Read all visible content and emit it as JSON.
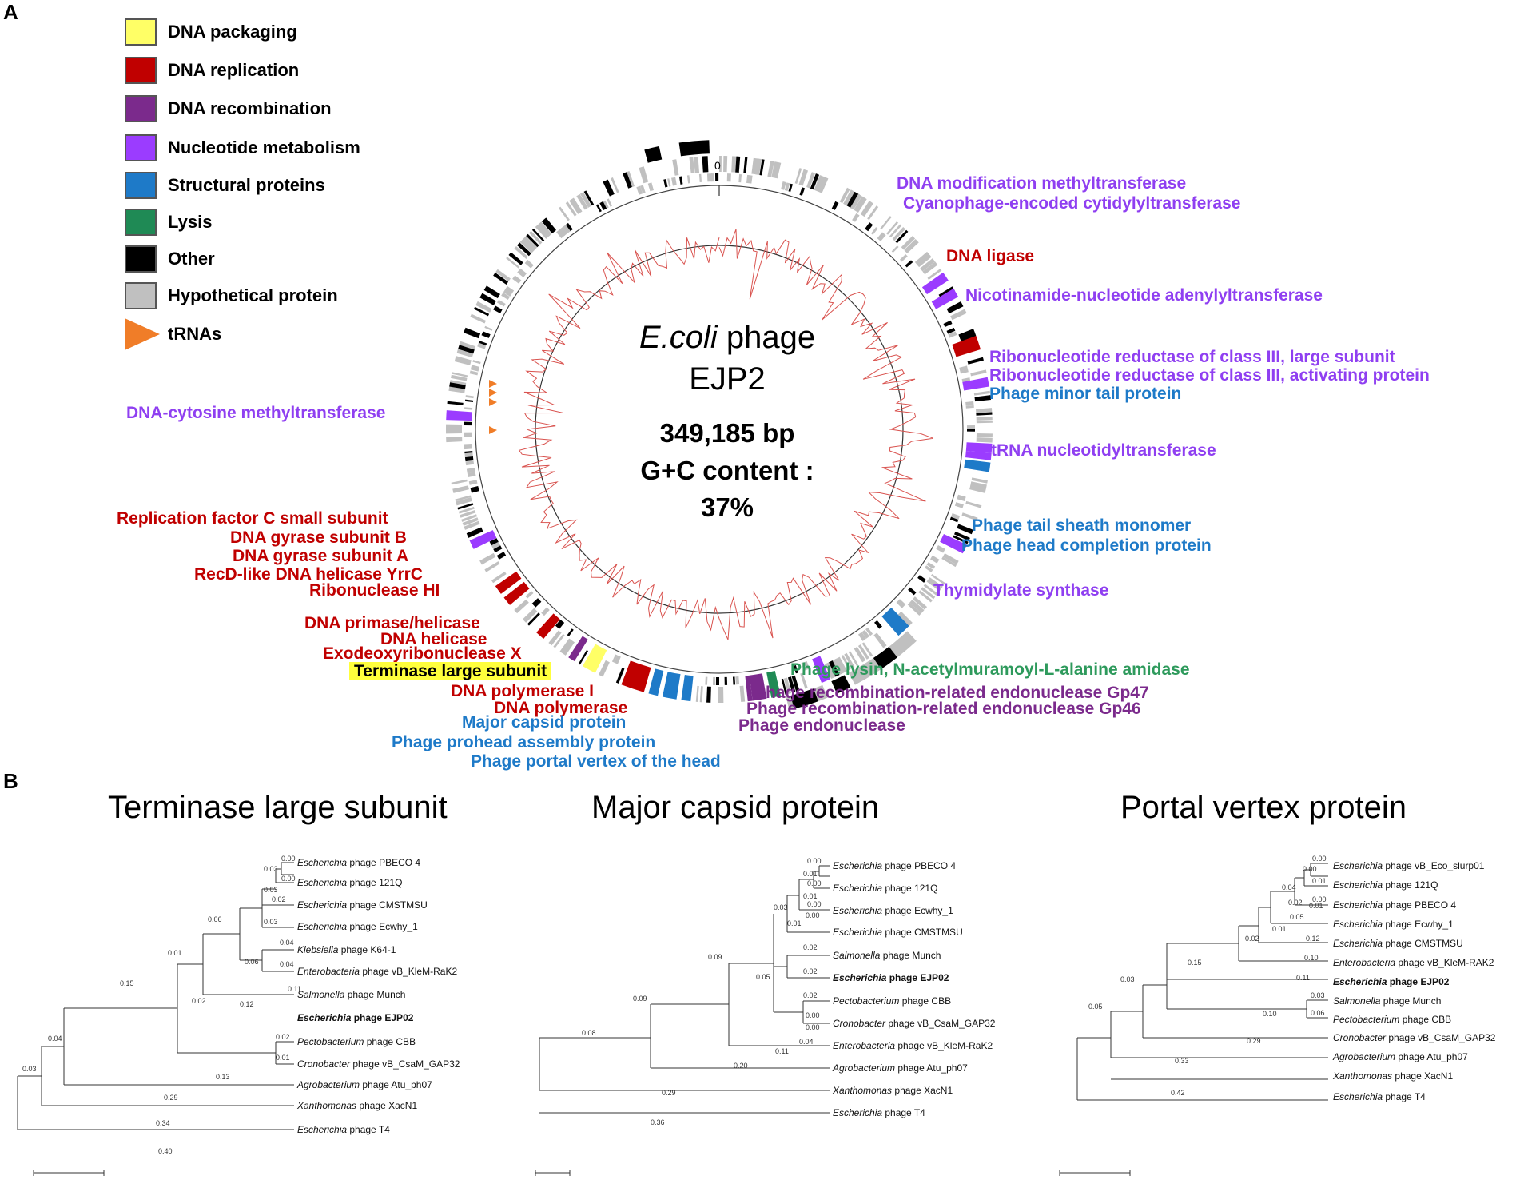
{
  "panel_a_label": "A",
  "panel_b_label": "B",
  "legend": [
    {
      "label": "DNA packaging",
      "color": "#ffff66"
    },
    {
      "label": "DNA replication",
      "color": "#c00000"
    },
    {
      "label": "DNA recombination",
      "color": "#7b2a8c"
    },
    {
      "label": "Nucleotide metabolism",
      "color": "#9b3cff"
    },
    {
      "label": "Structural proteins",
      "color": "#1e7ac8"
    },
    {
      "label": "Lysis",
      "color": "#1f8a55"
    },
    {
      "label": "Other",
      "color": "#000000"
    },
    {
      "label": "Hypothetical protein",
      "color": "#c0c0c0"
    },
    {
      "label": "tRNAs",
      "color": "#f07d28",
      "icon": "triangle-icon"
    }
  ],
  "genome": {
    "title_italic": "E.coli",
    "title_rest": " phage",
    "name": "EJP2",
    "size": "349,185 bp",
    "gc_label": "G+C content :",
    "gc_value": "37%",
    "zero_tick": "0"
  },
  "genes": {
    "dna_mod": "DNA modification methyltransferase",
    "cyano": "Cyanophage-encoded cytidylyltransferase",
    "ligase": "DNA ligase",
    "nicotinamide": "Nicotinamide-nucleotide adenylyltransferase",
    "rnr_large": "Ribonucleotide reductase of class III,  large subunit",
    "rnr_act": "Ribonucleotide reductase of class III,  activating protein",
    "minor_tail": "Phage minor tail protein",
    "trna_nt": "tRNA nucleotidyltransferase",
    "tail_sheath": "Phage tail sheath monomer",
    "head_completion": "Phage head completion protein",
    "thymidylate": "Thymidylate synthase",
    "lysin": "Phage lysin, N-acetylmuramoyl-L-alanine amidase",
    "gp47": "Phage recombination-related endonuclease Gp47",
    "gp46": "Phage recombination-related endonuclease Gp46",
    "endonuclease": "Phage endonuclease",
    "cytosine_mt": "DNA-cytosine methyltransferase",
    "rfc": "Replication factor C small subunit",
    "gyrb": "DNA gyrase subunit B",
    "gyra": "DNA gyrase subunit A",
    "recd": "RecD-like DNA helicase YrrC",
    "rnase": "Ribonuclease HI",
    "primase": "DNA primase/helicase",
    "helicase": "DNA helicase",
    "exo": "Exodeoxyribonuclease X",
    "terminase": "Terminase large subunit",
    "pol1": "DNA polymerase I",
    "pol": "DNA polymerase",
    "capsid": "Major capsid protein",
    "prohead": "Phage prohead assembly protein",
    "portal": "Phage portal vertex of the head"
  },
  "trees": [
    {
      "title": "Terminase large subunit",
      "scale": "0.10",
      "leaves": [
        {
          "genus": "Escherichia",
          "rest": " phage PBECO 4",
          "bold": false
        },
        {
          "genus": "Escherichia",
          "rest": " phage 121Q",
          "bold": false
        },
        {
          "genus": "Escherichia",
          "rest": " phage CMSTMSU",
          "bold": false
        },
        {
          "genus": "Escherichia",
          "rest": " phage Ecwhy_1",
          "bold": false
        },
        {
          "genus": "Klebsiella",
          "rest": " phage K64-1",
          "bold": false
        },
        {
          "genus": "Enterobacteria",
          "rest": " phage vB_KleM-RaK2",
          "bold": false
        },
        {
          "genus": "Salmonella",
          "rest": " phage Munch",
          "bold": false
        },
        {
          "genus": "Escherichia",
          "rest": " phage EJP02",
          "bold": true
        },
        {
          "genus": "Pectobacterium",
          "rest": " phage CBB",
          "bold": false
        },
        {
          "genus": "Cronobacter",
          "rest": " phage vB_CsaM_GAP32",
          "bold": false
        },
        {
          "genus": "Agrobacterium",
          "rest": " phage Atu_ph07",
          "bold": false
        },
        {
          "genus": "Xanthomonas",
          "rest": " phage XacN1",
          "bold": false
        },
        {
          "genus": "Escherichia",
          "rest": " phage T4",
          "bold": false
        }
      ],
      "branch_labels": [
        "0.00",
        "0.03",
        "0.00",
        "0.03",
        "0.02",
        "0.06",
        "0.03",
        "0.04",
        "0.01",
        "0.04",
        "0.06",
        "0.11",
        "0.15",
        "0.12",
        "0.02",
        "0.02",
        "0.01",
        "0.04",
        "0.13",
        "0.29",
        "0.03",
        "0.34",
        "0.40"
      ]
    },
    {
      "title": "Major capsid protein",
      "scale": "0.050",
      "leaves": [
        {
          "genus": "Escherichia",
          "rest": " phage PBECO 4",
          "bold": false
        },
        {
          "genus": "Escherichia",
          "rest": " phage 121Q",
          "bold": false
        },
        {
          "genus": "Escherichia",
          "rest": " phage Ecwhy_1",
          "bold": false
        },
        {
          "genus": "Escherichia",
          "rest": " phage CMSTMSU",
          "bold": false
        },
        {
          "genus": "Salmonella",
          "rest": " phage Munch",
          "bold": false
        },
        {
          "genus": "Escherichia",
          "rest": " phage EJP02",
          "bold": true
        },
        {
          "genus": "Pectobacterium",
          "rest": " phage CBB",
          "bold": false
        },
        {
          "genus": "Cronobacter",
          "rest": " phage vB_CsaM_GAP32",
          "bold": false
        },
        {
          "genus": "Enterobacteria",
          "rest": " phage vB_KleM-RaK2",
          "bold": false
        },
        {
          "genus": "Agrobacterium",
          "rest": " phage Atu_ph07",
          "bold": false
        },
        {
          "genus": "Xanthomonas",
          "rest": " phage XacN1",
          "bold": false
        },
        {
          "genus": "Escherichia",
          "rest": " phage T4",
          "bold": false
        }
      ],
      "branch_labels": [
        "0.00",
        "0.01",
        "0.00",
        "0.01",
        "0.00",
        "0.03",
        "0.00",
        "0.01",
        "0.02",
        "0.02",
        "0.05",
        "0.02",
        "0.00",
        "0.00",
        "0.09",
        "0.04",
        "0.11",
        "0.09",
        "0.20",
        "0.08",
        "0.29",
        "0.36"
      ]
    },
    {
      "title": "Portal vertex protein",
      "scale": "0.10",
      "leaves": [
        {
          "genus": "Escherichia",
          "rest": " phage vB_Eco_slurp01",
          "bold": false
        },
        {
          "genus": "Escherichia",
          "rest": " phage 121Q",
          "bold": false
        },
        {
          "genus": "Escherichia",
          "rest": " phage PBECO 4",
          "bold": false
        },
        {
          "genus": "Escherichia",
          "rest": " phage Ecwhy_1",
          "bold": false
        },
        {
          "genus": "Escherichia",
          "rest": " phage CMSTMSU",
          "bold": false
        },
        {
          "genus": "Enterobacteria",
          "rest": " phage vB_KleM-RAK2",
          "bold": false
        },
        {
          "genus": "Escherichia",
          "rest": " phage EJP02",
          "bold": true
        },
        {
          "genus": "Salmonella",
          "rest": " phage Munch",
          "bold": false
        },
        {
          "genus": "Pectobacterium",
          "rest": " phage CBB",
          "bold": false
        },
        {
          "genus": "Cronobacter",
          "rest": " phage vB_CsaM_GAP32",
          "bold": false
        },
        {
          "genus": "Agrobacterium",
          "rest": " phage Atu_ph07",
          "bold": false
        },
        {
          "genus": "Xanthomonas",
          "rest": " phage XacN1",
          "bold": false
        },
        {
          "genus": "Escherichia",
          "rest": " phage T4",
          "bold": false
        }
      ],
      "branch_labels": [
        "0.00",
        "0.00",
        "0.01",
        "0.00",
        "0.04",
        "0.01",
        "0.02",
        "0.05",
        "0.01",
        "0.12",
        "0.02",
        "0.10",
        "0.11",
        "0.15",
        "0.03",
        "0.06",
        "0.03",
        "0.10",
        "0.05",
        "0.29",
        "0.33",
        "0.42"
      ]
    }
  ]
}
